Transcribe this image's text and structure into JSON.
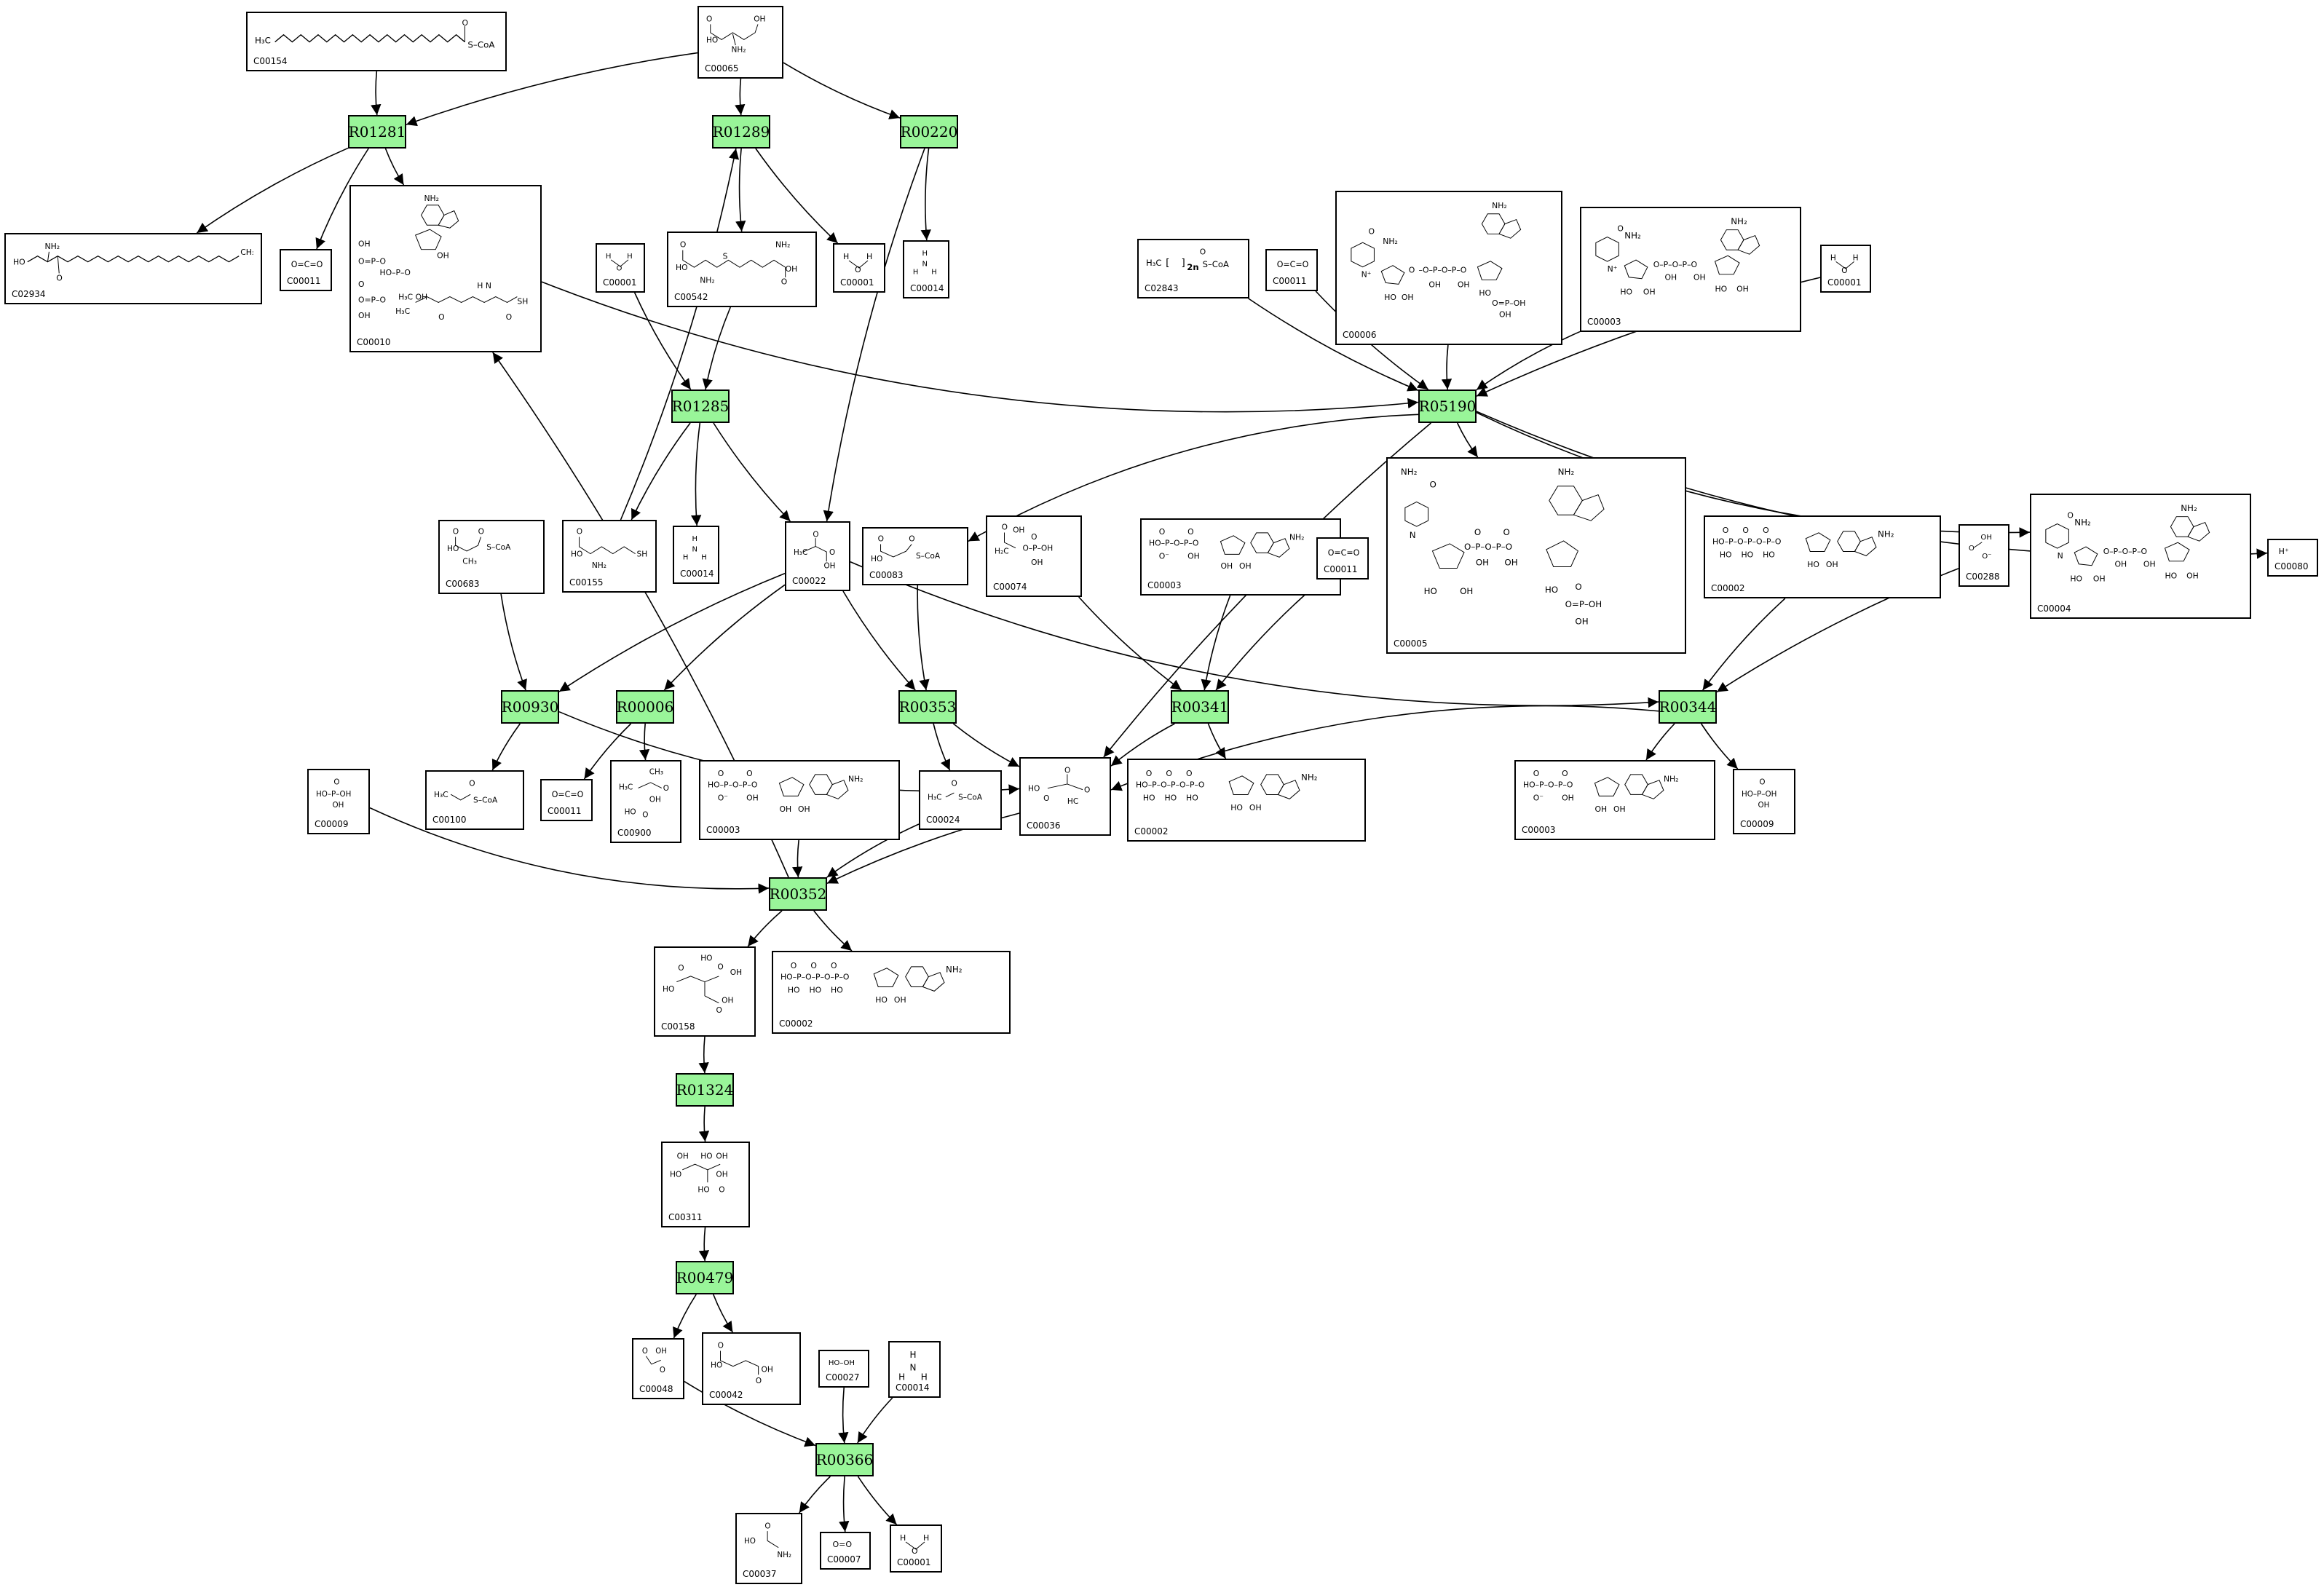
{
  "reactions": [
    {
      "id": "R01281",
      "label": "R01281"
    },
    {
      "id": "R01289",
      "label": "R01289"
    },
    {
      "id": "R00220",
      "label": "R00220"
    },
    {
      "id": "R01285",
      "label": "R01285"
    },
    {
      "id": "R05190",
      "label": "R05190"
    },
    {
      "id": "R00930",
      "label": "R00930"
    },
    {
      "id": "R00006",
      "label": "R00006"
    },
    {
      "id": "R00353",
      "label": "R00353"
    },
    {
      "id": "R00341",
      "label": "R00341"
    },
    {
      "id": "R00344",
      "label": "R00344"
    },
    {
      "id": "R00352",
      "label": "R00352"
    },
    {
      "id": "R01324",
      "label": "R01324"
    },
    {
      "id": "R00479",
      "label": "R00479"
    },
    {
      "id": "R00366",
      "label": "R00366"
    }
  ],
  "compounds": [
    {
      "key": "c154",
      "label": "C00154",
      "structure": "H3C-(CH2)14-C(=O)-S-CoA",
      "icon": "acyl-coa-structure"
    },
    {
      "key": "c065",
      "label": "C00065",
      "structure": "HO-C(=O)-CH(NH2)-CH2-OH",
      "icon": "amino-acid-structure"
    },
    {
      "key": "c2934",
      "label": "C02934",
      "structure": "HO-CH2-CH(NH2)-C(=O)-(CH2)n-CH3",
      "icon": "ketosphinganine-structure"
    },
    {
      "key": "c011a",
      "label": "C00011",
      "structure": "O=C=O",
      "icon": "co2-structure"
    },
    {
      "key": "c010",
      "label": "C00010",
      "structure": "CoA-SH",
      "icon": "coenzyme-a-structure"
    },
    {
      "key": "c001a",
      "label": "C00001",
      "structure": "H-O-H",
      "icon": "water-structure"
    },
    {
      "key": "c542",
      "label": "C00542",
      "structure": "cystathionine",
      "icon": "cystathionine-structure"
    },
    {
      "key": "c001b",
      "label": "C00001",
      "structure": "H-O-H",
      "icon": "water-structure"
    },
    {
      "key": "c014a",
      "label": "C00014",
      "structure": "NH3",
      "icon": "ammonia-structure"
    },
    {
      "key": "c2843",
      "label": "C02843",
      "structure": "H3C-[CH2]2n-C(=O)-S-CoA",
      "icon": "long-chain-acyl-coa-structure"
    },
    {
      "key": "c011b",
      "label": "C00011",
      "structure": "O=C=O",
      "icon": "co2-structure"
    },
    {
      "key": "c006",
      "label": "C00006",
      "structure": "NADP+",
      "icon": "nadp-structure"
    },
    {
      "key": "c003a",
      "label": "C00003",
      "structure": "NAD+",
      "icon": "nad-structure"
    },
    {
      "key": "c001c",
      "label": "C00001",
      "structure": "H-O-H",
      "icon": "water-structure"
    },
    {
      "key": "c683",
      "label": "C00683",
      "structure": "HO-C(=O)-CH(CH3)-C(=O)-S-CoA",
      "icon": "methylmalonyl-coa-structure"
    },
    {
      "key": "c155",
      "label": "C00155",
      "structure": "homocysteine",
      "icon": "homocysteine-structure"
    },
    {
      "key": "c014b",
      "label": "C00014",
      "structure": "NH3",
      "icon": "ammonia-structure"
    },
    {
      "key": "c022",
      "label": "C00022",
      "structure": "pyruvate",
      "icon": "pyruvate-structure"
    },
    {
      "key": "c083",
      "label": "C00083",
      "structure": "HO-C(=O)-CH2-C(=O)-S-CoA",
      "icon": "malonyl-coa-structure"
    },
    {
      "key": "c074",
      "label": "C00074",
      "structure": "phosphoenolpyruvate",
      "icon": "pep-structure"
    },
    {
      "key": "c003b",
      "label": "C00003",
      "structure": "NAD+",
      "icon": "nad-structure"
    },
    {
      "key": "c011c",
      "label": "C00011",
      "structure": "O=C=O",
      "icon": "co2-structure"
    },
    {
      "key": "c005",
      "label": "C00005",
      "structure": "NADPH",
      "icon": "nadph-structure"
    },
    {
      "key": "c002a",
      "label": "C00002",
      "structure": "ATP",
      "icon": "atp-structure"
    },
    {
      "key": "c288",
      "label": "C00288",
      "structure": "HCO3-",
      "icon": "bicarbonate-structure"
    },
    {
      "key": "c004",
      "label": "C00004",
      "structure": "NADH",
      "icon": "nadh-structure"
    },
    {
      "key": "c080",
      "label": "C00080",
      "structure": "H+",
      "icon": "proton-structure"
    },
    {
      "key": "c009a",
      "label": "C00009",
      "structure": "HO-P(=O)(OH)-OH",
      "icon": "phosphate-structure"
    },
    {
      "key": "c100",
      "label": "C00100",
      "structure": "H3C-CH2-C(=O)-S-CoA",
      "icon": "propanoyl-coa-structure"
    },
    {
      "key": "c011d",
      "label": "C00011",
      "structure": "O=C=O",
      "icon": "co2-structure"
    },
    {
      "key": "c900",
      "label": "C00900",
      "structure": "2-acetolactate",
      "icon": "acetolactate-structure"
    },
    {
      "key": "c003c",
      "label": "C00003",
      "structure": "NAD+",
      "icon": "nad-structure"
    },
    {
      "key": "c024",
      "label": "C00024",
      "structure": "H3C-C(=O)-S-CoA",
      "icon": "acetyl-coa-structure"
    },
    {
      "key": "c036",
      "label": "C00036",
      "structure": "oxaloacetate",
      "icon": "oxaloacetate-structure"
    },
    {
      "key": "c002b",
      "label": "C00002",
      "structure": "ATP",
      "icon": "atp-structure"
    },
    {
      "key": "c003d",
      "label": "C00003",
      "structure": "NAD+",
      "icon": "nad-structure"
    },
    {
      "key": "c009b",
      "label": "C00009",
      "structure": "HO-P(=O)(OH)-OH",
      "icon": "phosphate-structure"
    },
    {
      "key": "c158",
      "label": "C00158",
      "structure": "citrate",
      "icon": "citrate-structure"
    },
    {
      "key": "c002c",
      "label": "C00002",
      "structure": "ATP",
      "icon": "atp-structure"
    },
    {
      "key": "c311",
      "label": "C00311",
      "structure": "isocitrate",
      "icon": "isocitrate-structure"
    },
    {
      "key": "c048",
      "label": "C00048",
      "structure": "glyoxylate",
      "icon": "glyoxylate-structure"
    },
    {
      "key": "c042",
      "label": "C00042",
      "structure": "succinate",
      "icon": "succinate-structure"
    },
    {
      "key": "c027",
      "label": "C00027",
      "structure": "HO-OH",
      "icon": "hydrogen-peroxide-structure"
    },
    {
      "key": "c014c",
      "label": "C00014",
      "structure": "NH3",
      "icon": "ammonia-structure"
    },
    {
      "key": "c037",
      "label": "C00037",
      "structure": "glycine",
      "icon": "glycine-structure"
    },
    {
      "key": "c007",
      "label": "C00007",
      "structure": "O=O",
      "icon": "oxygen-structure"
    },
    {
      "key": "c001d",
      "label": "C00001",
      "structure": "H-O-H",
      "icon": "water-structure"
    }
  ],
  "edges": [
    [
      "c154",
      "R01281"
    ],
    [
      "c065",
      "R01281"
    ],
    [
      "R01281",
      "c2934"
    ],
    [
      "R01281",
      "c011a"
    ],
    [
      "R01281",
      "c010"
    ],
    [
      "c065",
      "R01289"
    ],
    [
      "c155",
      "R01289"
    ],
    [
      "R01289",
      "c542"
    ],
    [
      "R01289",
      "c001b"
    ],
    [
      "c065",
      "R00220"
    ],
    [
      "R00220",
      "c014a"
    ],
    [
      "R00220",
      "c022"
    ],
    [
      "c001a",
      "R01285"
    ],
    [
      "c542",
      "R01285"
    ],
    [
      "R01285",
      "c155"
    ],
    [
      "R01285",
      "c014b"
    ],
    [
      "R01285",
      "c022"
    ],
    [
      "c010",
      "R05190"
    ],
    [
      "c2843",
      "R05190"
    ],
    [
      "c011b",
      "R05190"
    ],
    [
      "c006",
      "R05190"
    ],
    [
      "c003a",
      "R05190"
    ],
    [
      "c001c",
      "R05190"
    ],
    [
      "R05190",
      "c005"
    ],
    [
      "R05190",
      "c004"
    ],
    [
      "R05190",
      "c080"
    ],
    [
      "R05190",
      "c083"
    ],
    [
      "R05190",
      "c036"
    ],
    [
      "c683",
      "R00930"
    ],
    [
      "c022",
      "R00930"
    ],
    [
      "R00930",
      "c100"
    ],
    [
      "R00930",
      "c036"
    ],
    [
      "c022",
      "R00006"
    ],
    [
      "R00006",
      "c011d"
    ],
    [
      "R00006",
      "c900"
    ],
    [
      "c022",
      "R00353"
    ],
    [
      "c083",
      "R00353"
    ],
    [
      "R00353",
      "c024"
    ],
    [
      "R00353",
      "c036"
    ],
    [
      "c074",
      "R00341"
    ],
    [
      "c003b",
      "R00341"
    ],
    [
      "c011c",
      "R00341"
    ],
    [
      "R00341",
      "c002b"
    ],
    [
      "R00341",
      "c036"
    ],
    [
      "c022",
      "R00344"
    ],
    [
      "c002a",
      "R00344"
    ],
    [
      "c288",
      "R00344"
    ],
    [
      "R00344",
      "c003d"
    ],
    [
      "R00344",
      "c009b"
    ],
    [
      "R00344",
      "c036"
    ],
    [
      "c009a",
      "R00352"
    ],
    [
      "c003c",
      "R00352"
    ],
    [
      "c024",
      "R00352"
    ],
    [
      "c036",
      "R00352"
    ],
    [
      "R00352",
      "c010"
    ],
    [
      "R00352",
      "c158"
    ],
    [
      "R00352",
      "c002c"
    ],
    [
      "c158",
      "R01324"
    ],
    [
      "R01324",
      "c311"
    ],
    [
      "c311",
      "R00479"
    ],
    [
      "R00479",
      "c048"
    ],
    [
      "R00479",
      "c042"
    ],
    [
      "c048",
      "R00366"
    ],
    [
      "c027",
      "R00366"
    ],
    [
      "c014c",
      "R00366"
    ],
    [
      "R00366",
      "c037"
    ],
    [
      "R00366",
      "c007"
    ],
    [
      "R00366",
      "c001d"
    ]
  ]
}
